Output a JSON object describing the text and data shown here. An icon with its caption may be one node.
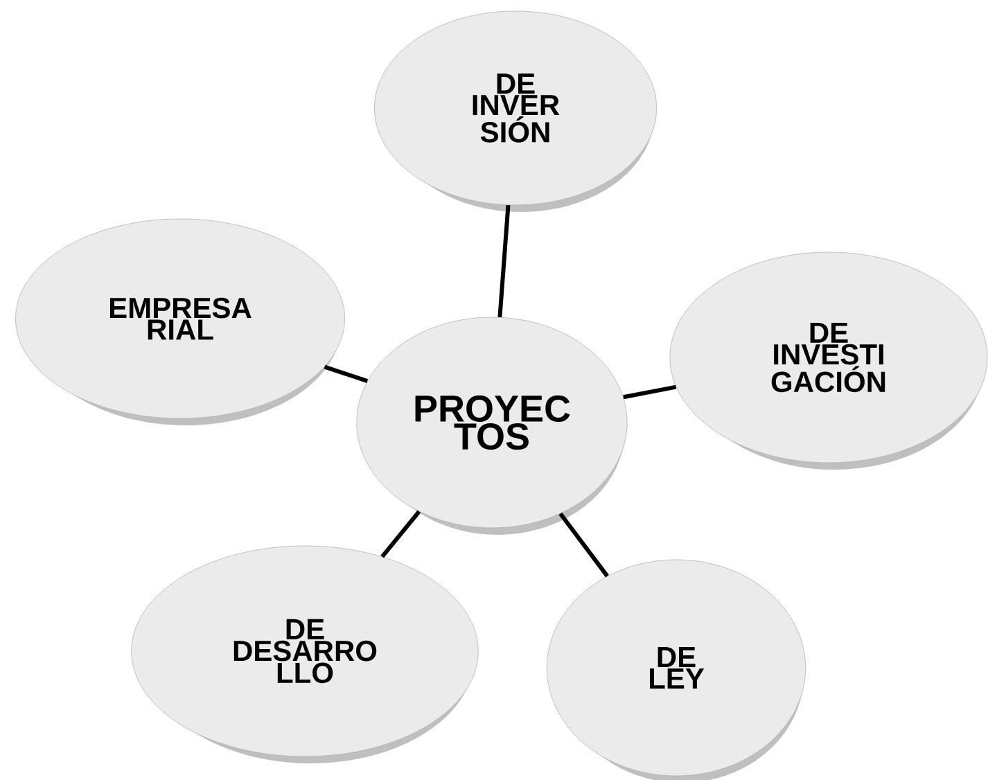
{
  "diagram": {
    "nodes": [
      {
        "text": [
          "PROYEC TOS"
        ]
      },
      {
        "text": [
          "DE INVER SIÓN"
        ]
      },
      {
        "text": [
          "EMPRESA RIAL"
        ]
      },
      {
        "text": [
          "DE INVESTI GACIÓN"
        ]
      },
      {
        "text": [
          "DE DESARRO LLO"
        ]
      },
      {
        "text": [
          "DE LEY"
        ]
      }
    ],
    "edges": [
      {
        "from": 0,
        "to": 1,
        "arrow": "none"
      },
      {
        "from": 0,
        "to": 2,
        "arrow": "none"
      },
      {
        "from": 0,
        "to": 3,
        "arrow": "none"
      },
      {
        "from": 0,
        "to": 4,
        "arrow": "none"
      },
      {
        "from": 0,
        "to": 5,
        "arrow": "none"
      }
    ]
  }
}
